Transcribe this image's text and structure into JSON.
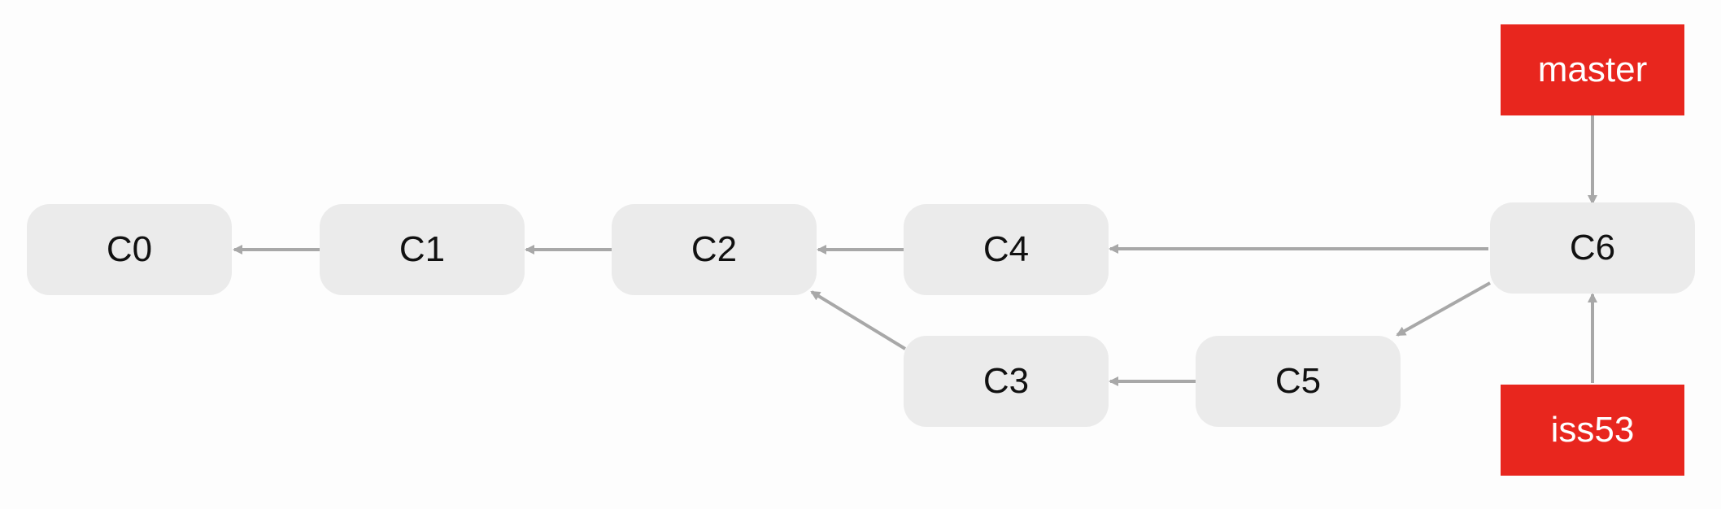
{
  "colors": {
    "commit_fill": "#ebebeb",
    "commit_text": "#111111",
    "branch_fill": "#e8261e",
    "branch_text": "#ffffff",
    "arrow": "#a8a8a8",
    "background": "#fdfdfd"
  },
  "commits": {
    "c0": "C0",
    "c1": "C1",
    "c2": "C2",
    "c3": "C3",
    "c4": "C4",
    "c5": "C5",
    "c6": "C6"
  },
  "branches": {
    "master": "master",
    "iss53": "iss53"
  },
  "edges": [
    {
      "from": "C1",
      "to": "C0"
    },
    {
      "from": "C2",
      "to": "C1"
    },
    {
      "from": "C4",
      "to": "C2"
    },
    {
      "from": "C3",
      "to": "C2"
    },
    {
      "from": "C5",
      "to": "C3"
    },
    {
      "from": "C6",
      "to": "C4"
    },
    {
      "from": "C6",
      "to": "C5"
    },
    {
      "from": "master",
      "to": "C6"
    },
    {
      "from": "iss53",
      "to": "C6"
    }
  ]
}
